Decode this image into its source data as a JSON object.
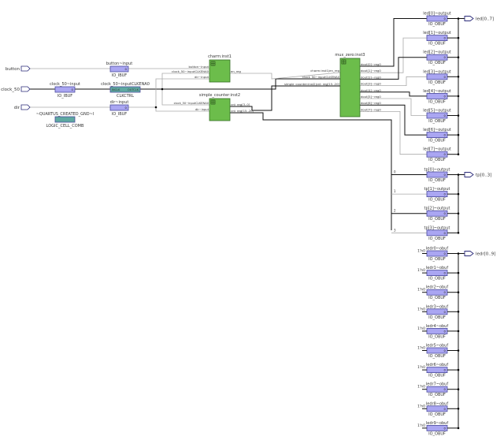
{
  "colors": {
    "ibuf_fill": "#aaa6f2",
    "ibuf_stroke": "#4b4b9c",
    "ctrl_fill": "#5fa9a1",
    "block_fill": "#6cbd4b",
    "block_stroke": "#356f25",
    "wire_dark": "#111111",
    "wire_light": "#aaaaaa",
    "pin": "#2b2b7a"
  },
  "input_pins": [
    {
      "label": "button"
    },
    {
      "label": "clock_50"
    },
    {
      "label": "dir"
    }
  ],
  "input_cells": [
    {
      "name": "button~input",
      "type": "IO_IBUF"
    },
    {
      "name": "clock_50~input",
      "type": "IO_IBUF"
    },
    {
      "name": "clock_50~inputCLKENA0",
      "type": "CLKCTRL",
      "port_in": "INCLK",
      "port_out": "OUTCLK"
    },
    {
      "name": "dir~input",
      "type": "IO_IBUF"
    },
    {
      "name": "~QUARTUS_CREATED_GND~I",
      "type": "LOGIC_CELL_COMB"
    }
  ],
  "blocks": {
    "charm": {
      "title": "charm:inst1",
      "inputs": [
        "button~input",
        "clock_50~inputCLKENA0",
        "dir~input"
      ],
      "outputs": [
        "en_reg"
      ]
    },
    "counter": {
      "title": "simple_counter:inst2",
      "inputs": [
        "clock_50~inputCLKENA0",
        "dir~input"
      ],
      "outputs": [
        "cnt_reg[3..0]",
        "cnt_reg[15..20]"
      ]
    },
    "mux": {
      "title": "mux_zero:inst3",
      "inputs": [
        "charm:inst1|en_reg",
        "clock_50~inputCLKENA0",
        "simple_counter:inst2|cnt_reg[15..20]"
      ],
      "outputs": [
        "dout[0]~reg0",
        "dout[1]~reg0",
        "dout[2]~reg0",
        "dout[3]~reg0",
        "dout[4]~reg0",
        "dout[5]~reg0",
        "dout[6]~reg0",
        "dout[7]~reg0"
      ]
    }
  },
  "led_outputs": [
    "led[0]~output",
    "led[1]~output",
    "led[2]~output",
    "led[3]~output",
    "led[4]~output",
    "led[5]~output",
    "led[6]~output",
    "led[7]~output"
  ],
  "tp_outputs": [
    "tp[0]~output",
    "tp[1]~output",
    "tp[2]~output",
    "tp[3]~output"
  ],
  "tp_bit_labels": [
    "0",
    "1",
    "2",
    "3"
  ],
  "ledr_outputs": [
    "ledr0~obuf",
    "ledr1~obuf",
    "ledr2~obuf",
    "ledr3~obuf",
    "ledr4~obuf",
    "ledr5~obuf",
    "ledr6~obuf",
    "ledr7~obuf",
    "ledr8~obuf",
    "ledr9~obuf"
  ],
  "obuf_type": "IO_OBUF",
  "obuf_port": "o",
  "ibuf_port": "o",
  "const_label": "1'h0",
  "output_pins": [
    {
      "label": "led[0..7]"
    },
    {
      "label": "tp[0..3]"
    },
    {
      "label": "ledr[0..9]"
    }
  ]
}
